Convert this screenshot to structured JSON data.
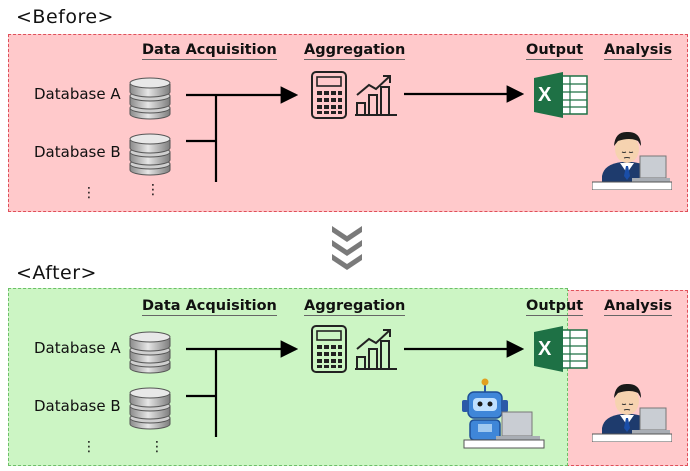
{
  "before": {
    "title": "<Before>",
    "headers": {
      "acquisition": "Data Acquisition",
      "aggregation": "Aggregation",
      "output": "Output",
      "analysis": "Analysis"
    },
    "databases": [
      "Database A",
      "Database B"
    ],
    "ellipsis": "⋮"
  },
  "after": {
    "title": "<After>",
    "headers": {
      "acquisition": "Data Acquisition",
      "aggregation": "Aggregation",
      "output": "Output",
      "analysis": "Analysis"
    },
    "databases": [
      "Database A",
      "Database B"
    ],
    "ellipsis": "⋮"
  },
  "excel_letter": "X",
  "colors": {
    "pink_panel": "#ffc9cb",
    "green_panel": "#ccf5c4",
    "red_dash": "#e0505a",
    "green_dash": "#6cc068",
    "excel_green": "#1e7145",
    "chevron": "#7a7a7a"
  }
}
